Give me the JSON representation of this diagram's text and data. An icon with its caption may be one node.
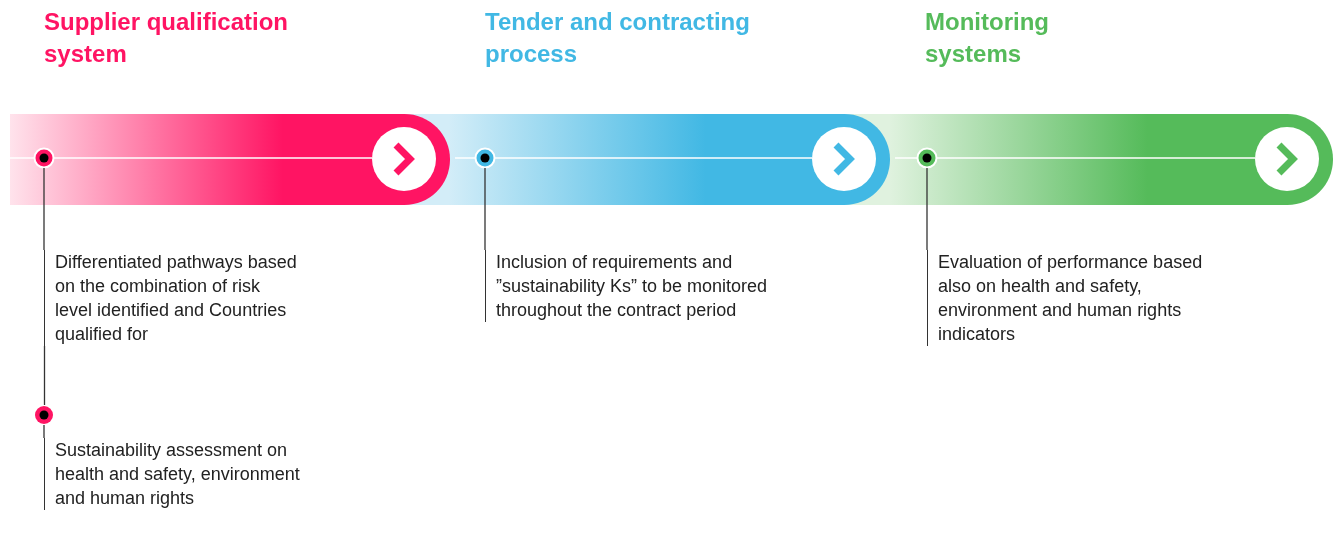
{
  "diagram": {
    "nodes": [
      {
        "text": [
          "Supplier qualification system"
        ]
      },
      {
        "text": [],
        "shape": "circle",
        "in": 0
      },
      {
        "text": [
          "Differentiated pathways based on the combination of risk level identified and Countries qualified for"
        ]
      },
      {
        "text": [],
        "shape": "circle"
      },
      {
        "text": [
          "Sustainability assessment on health and safety, environment and human rights"
        ]
      },
      {
        "text": [
          "Tender and contracting process"
        ]
      },
      {
        "text": [],
        "shape": "circle",
        "in": 5
      },
      {
        "text": [
          "Inclusion of requirements and ”sustainability Ks” to be monitored throughout the contract period"
        ]
      },
      {
        "text": [
          "Monitoring systems"
        ]
      },
      {
        "text": [],
        "shape": "circle",
        "in": 8
      },
      {
        "text": [
          "Evaluation of performance based also on health and safety, environment and human rights indicators"
        ]
      }
    ],
    "edges": [
      {
        "from": 1,
        "to": 2,
        "arrow": "none"
      },
      {
        "from": 2,
        "to": 3,
        "arrow": "none"
      },
      {
        "from": 3,
        "to": 4,
        "arrow": "none"
      },
      {
        "from": 6,
        "to": 7,
        "arrow": "none"
      },
      {
        "from": 9,
        "to": 10,
        "arrow": "none"
      }
    ]
  }
}
